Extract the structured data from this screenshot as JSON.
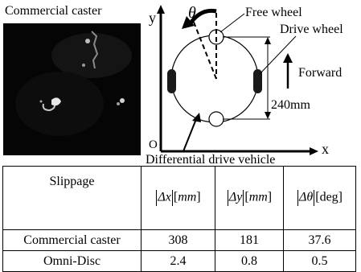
{
  "photo": {
    "label": "Commercial caster"
  },
  "diagram": {
    "y_axis": "y",
    "x_axis": "x",
    "origin": "O",
    "theta": "θ",
    "free_wheel": "Free wheel",
    "drive_wheel": "Drive wheel",
    "forward": "Forward",
    "dimension": "240mm",
    "vehicle": "Differential drive vehicle",
    "colors": {
      "line": "#000000",
      "wheel": "#1a1a1a"
    }
  },
  "table": {
    "header": {
      "slippage": "Slippage",
      "dx": {
        "sym": "Δx",
        "unit": "mm"
      },
      "dy": {
        "sym": "Δy",
        "unit": "mm"
      },
      "dth": {
        "sym": "Δθ",
        "unit": "[deg]"
      }
    },
    "rows": [
      {
        "name": "Commercial caster",
        "dx": "308",
        "dy": "181",
        "dth": "37.6"
      },
      {
        "name": "Omni-Disc",
        "dx": "2.4",
        "dy": "0.8",
        "dth": "0.5"
      }
    ]
  }
}
